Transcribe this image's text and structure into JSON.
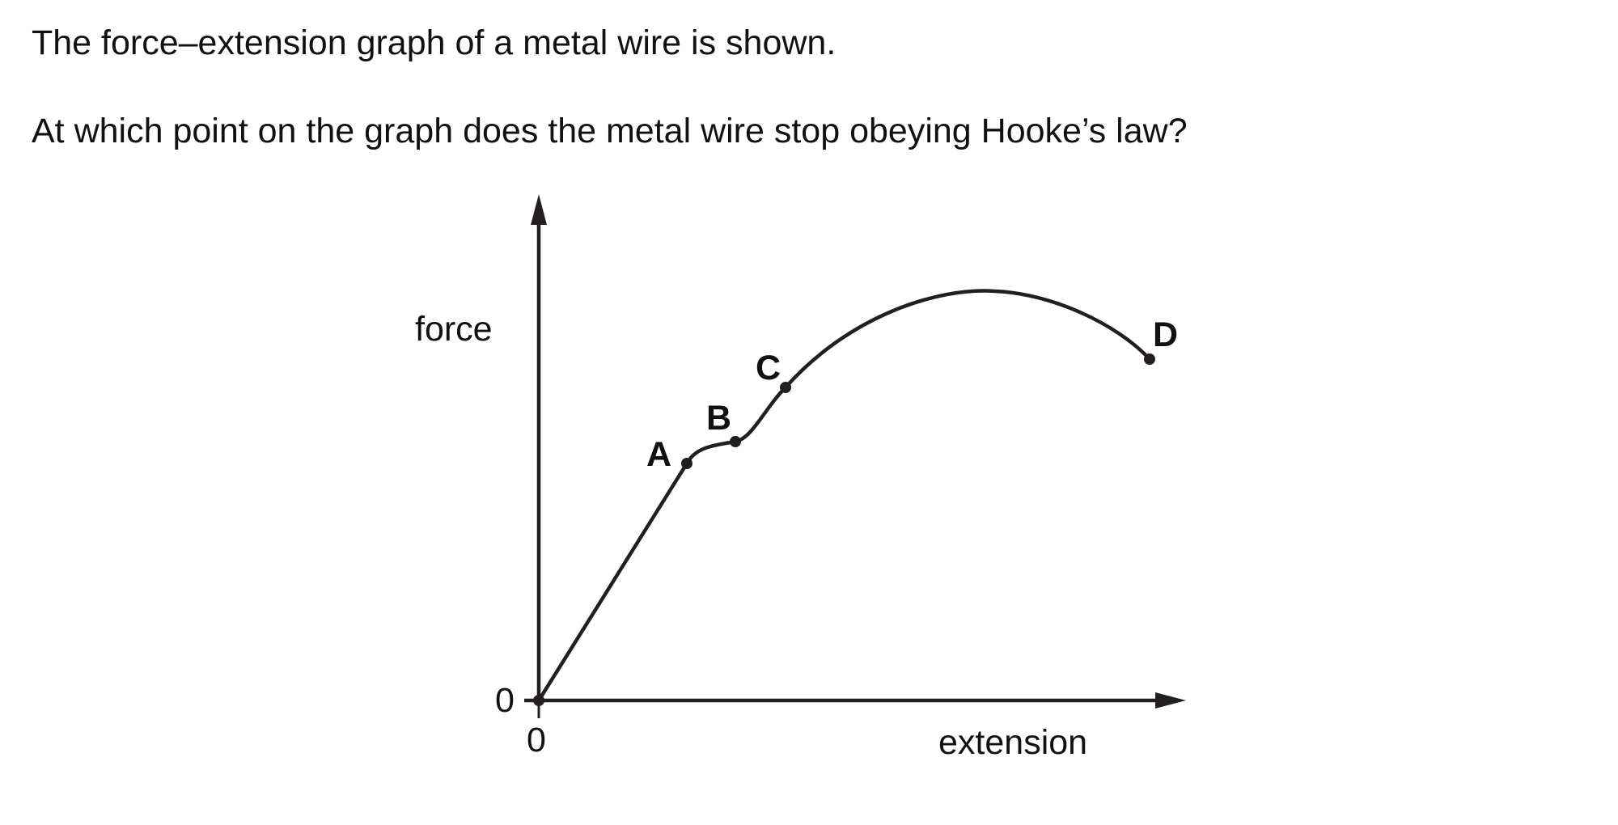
{
  "question": {
    "intro": "The force–extension graph of a metal wire is shown.",
    "ask": "At which point on the graph does the metal wire stop obeying Hooke’s law?"
  },
  "diagram": {
    "y_axis_label": "force",
    "x_axis_label": "extension",
    "y_origin_label": "0",
    "x_origin_label": "0",
    "points": [
      {
        "label": "A"
      },
      {
        "label": "B"
      },
      {
        "label": "C"
      },
      {
        "label": "D"
      }
    ],
    "line_color": "#231f20"
  }
}
